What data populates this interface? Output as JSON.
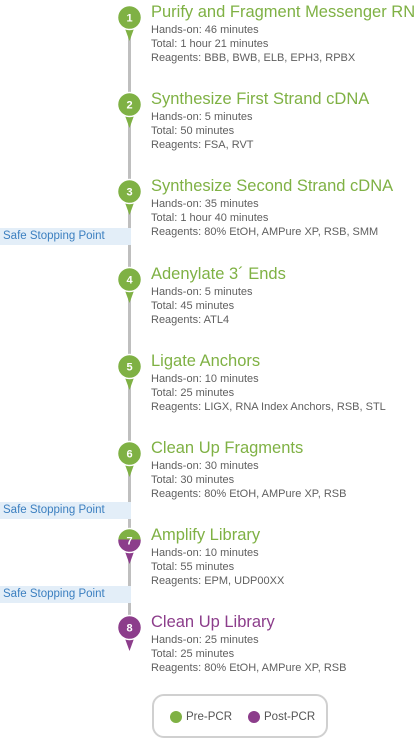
{
  "colors": {
    "pre_pcr": "#7fb144",
    "post_pcr": "#8c3d8b",
    "line": "#bfbfbf",
    "safe_stop_text": "#3b7fc0",
    "safe_stop_bg": "#e3eef8"
  },
  "safe_stop_label": "Safe Stopping Point",
  "steps": [
    {
      "number": "1",
      "title": "Purify and Fragment Messenger RNA",
      "hands_on": "Hands-on: 46 minutes",
      "total": "Total: 1 hour 21 minutes",
      "reagents": "Reagents: BBB, BWB, ELB, EPH3, RPBX",
      "phase": "pre"
    },
    {
      "number": "2",
      "title": "Synthesize First Strand cDNA",
      "hands_on": "Hands-on: 5 minutes",
      "total": "Total: 50 minutes",
      "reagents": "Reagents: FSA, RVT",
      "phase": "pre"
    },
    {
      "number": "3",
      "title": "Synthesize Second Strand cDNA",
      "hands_on": "Hands-on: 35 minutes",
      "total": "Total: 1 hour 40 minutes",
      "reagents": "Reagents: 80% EtOH, AMPure XP, RSB, SMM",
      "phase": "pre"
    },
    {
      "number": "4",
      "title": "Adenylate 3´ Ends",
      "hands_on": "Hands-on: 5 minutes",
      "total": "Total: 45 minutes",
      "reagents": "Reagents: ATL4",
      "phase": "pre"
    },
    {
      "number": "5",
      "title": "Ligate Anchors",
      "hands_on": "Hands-on: 10 minutes",
      "total": "Total: 25 minutes",
      "reagents": "Reagents: LIGX, RNA Index Anchors, RSB, STL",
      "phase": "pre"
    },
    {
      "number": "6",
      "title": "Clean Up Fragments",
      "hands_on": "Hands-on: 30 minutes",
      "total": "Total: 30 minutes",
      "reagents": "Reagents: 80% EtOH, AMPure XP, RSB",
      "phase": "pre"
    },
    {
      "number": "7",
      "title": "Amplify Library",
      "hands_on": "Hands-on: 10 minutes",
      "total": "Total: 55 minutes",
      "reagents": "Reagents: EPM, UDP00XX",
      "phase": "transition"
    },
    {
      "number": "8",
      "title": "Clean Up Library",
      "hands_on": "Hands-on: 25 minutes",
      "total": "Total: 25 minutes",
      "reagents": "Reagents: 80% EtOH, AMPure XP, RSB",
      "phase": "post"
    }
  ],
  "legend": {
    "pre_label": "Pre-PCR",
    "post_label": "Post-PCR"
  }
}
